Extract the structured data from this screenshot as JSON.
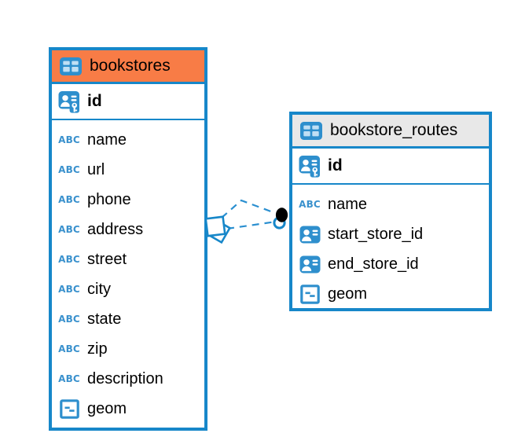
{
  "diagram": {
    "type": "entity-relationship",
    "background": "#ffffff",
    "accent_color": "#1787c9",
    "line_color": "#2a8fd0"
  },
  "icons": {
    "text_label": "ABC"
  },
  "tables": [
    {
      "title": "bookstores",
      "header_bg": "#f87c46",
      "columns": [
        {
          "name": "id",
          "type_icon": "primary-key-icon",
          "primary_key": true
        },
        {
          "name": "name",
          "type_icon": "text-type-icon"
        },
        {
          "name": "url",
          "type_icon": "text-type-icon"
        },
        {
          "name": "phone",
          "type_icon": "text-type-icon"
        },
        {
          "name": "address",
          "type_icon": "text-type-icon"
        },
        {
          "name": "street",
          "type_icon": "text-type-icon"
        },
        {
          "name": "city",
          "type_icon": "text-type-icon"
        },
        {
          "name": "state",
          "type_icon": "text-type-icon"
        },
        {
          "name": "zip",
          "type_icon": "text-type-icon"
        },
        {
          "name": "description",
          "type_icon": "text-type-icon"
        },
        {
          "name": "geom",
          "type_icon": "geometry-type-icon"
        }
      ]
    },
    {
      "title": "bookstore_routes",
      "header_bg": "#e8e8e8",
      "columns": [
        {
          "name": "id",
          "type_icon": "primary-key-icon",
          "primary_key": true
        },
        {
          "name": "name",
          "type_icon": "text-type-icon"
        },
        {
          "name": "start_store_id",
          "type_icon": "foreign-key-icon"
        },
        {
          "name": "end_store_id",
          "type_icon": "foreign-key-icon"
        },
        {
          "name": "geom",
          "type_icon": "geometry-type-icon"
        }
      ]
    }
  ],
  "relations": {
    "between": [
      "bookstores",
      "bookstore_routes"
    ],
    "connector_count": 2,
    "line_style": "dashed",
    "line_color": "#2a8fd0",
    "source_marker": "double-square",
    "target_marker": "black-dot"
  }
}
